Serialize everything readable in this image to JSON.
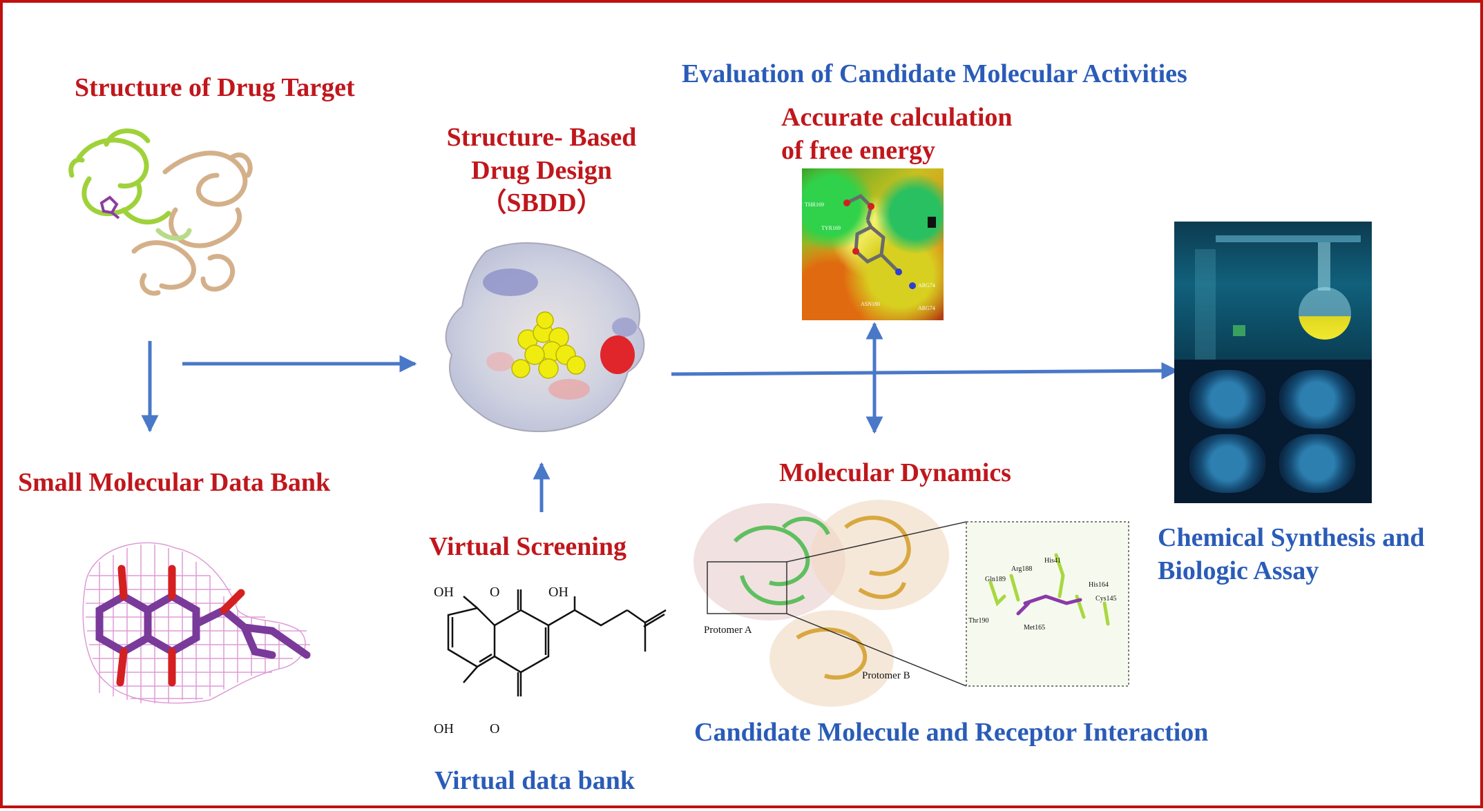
{
  "diagram": {
    "labels": {
      "structure_of_drug_target": "Structure of Drug Target",
      "small_molecular_data_bank": "Small Molecular Data Bank",
      "sbdd_line1": "Structure- Based",
      "sbdd_line2": "Drug Design",
      "sbdd_line3": "（SBDD）",
      "virtual_screening": "Virtual Screening",
      "virtual_data_bank": "Virtual data bank",
      "evaluation": "Evaluation of Candidate Molecular Activities",
      "free_energy_line1": "Accurate calculation",
      "free_energy_line2": "of free energy",
      "molecular_dynamics": "Molecular Dynamics",
      "candidate_interaction": "Candidate Molecule and Receptor Interaction",
      "chem_synthesis_line1": "Chemical Synthesis and",
      "chem_synthesis_line2": "Biologic Assay"
    },
    "molecule_labels": {
      "oh_top_left": "OH",
      "o_top": "O",
      "oh_side_chain": "OH",
      "oh_bottom_left": "OH",
      "o_bottom": "O"
    },
    "md_labels": {
      "protomer_a": "Protomer A",
      "protomer_b": "Protomer B",
      "his41": "His41",
      "arg188": "Arg188",
      "gln189": "Gln189",
      "his164": "His164",
      "cys145": "Cys145",
      "thr190": "Thr190",
      "met165": "Met165"
    },
    "energy_map_labels": {
      "r1": "THR169",
      "r2": "TYR169",
      "r3": "ARG74",
      "r4": "ASN180",
      "r5": "ARG74"
    },
    "colors": {
      "border": "#c01010",
      "red_text": "#c0171c",
      "blue_text": "#2a5cb8",
      "arrow": "#4a78c8"
    }
  }
}
